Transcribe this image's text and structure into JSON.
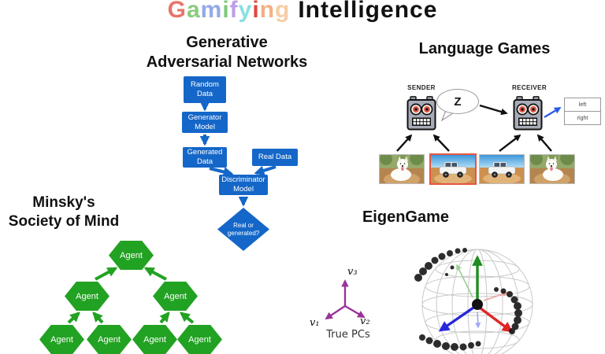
{
  "title": {
    "gamifying_letters": [
      {
        "ch": "G",
        "color": "#e8756b"
      },
      {
        "ch": "a",
        "color": "#8ccb7e"
      },
      {
        "ch": "m",
        "color": "#92aae6"
      },
      {
        "ch": "i",
        "color": "#7cc87c"
      },
      {
        "ch": "f",
        "color": "#b99fe8"
      },
      {
        "ch": "y",
        "color": "#8adfdf"
      },
      {
        "ch": "i",
        "color": "#e0473d"
      },
      {
        "ch": "n",
        "color": "#f2b183"
      },
      {
        "ch": "g",
        "color": "#f6cda6"
      }
    ],
    "word2": "Intelligence"
  },
  "gan": {
    "heading_line1": "Generative",
    "heading_line2": "Adversarial Networks",
    "box_color": "#1467c8",
    "nodes": {
      "random_data": "Random Data",
      "generator_model": "Generator Model",
      "generated_data": "Generated Data",
      "real_data": "Real Data",
      "discriminator_model": "Discriminator Model",
      "decision": "Real or generated?"
    }
  },
  "language_games": {
    "heading": "Language Games",
    "sender_label": "SENDER",
    "receiver_label": "RECEIVER",
    "message": "Z",
    "options": [
      "left",
      "right"
    ],
    "photos": [
      {
        "kind": "dog",
        "highlighted": false
      },
      {
        "kind": "car",
        "highlighted": true
      },
      {
        "kind": "car",
        "highlighted": false
      },
      {
        "kind": "dog",
        "highlighted": false
      }
    ],
    "highlight_color": "#e65540"
  },
  "minsky": {
    "heading_line1": "Minsky's",
    "heading_line2": "Society of Mind",
    "agent_label": "Agent",
    "agent_count": 7,
    "hex_color": "#22a222"
  },
  "eigengame": {
    "heading": "EigenGame",
    "axes": {
      "v1": "v₁",
      "v2": "v₂",
      "v3": "v₃"
    },
    "caption": "True PCs",
    "pc_color": "#993399",
    "arrow_colors": {
      "up": "#1e8c1e",
      "lower_left": "#2727dd",
      "lower_right": "#e02525"
    }
  }
}
